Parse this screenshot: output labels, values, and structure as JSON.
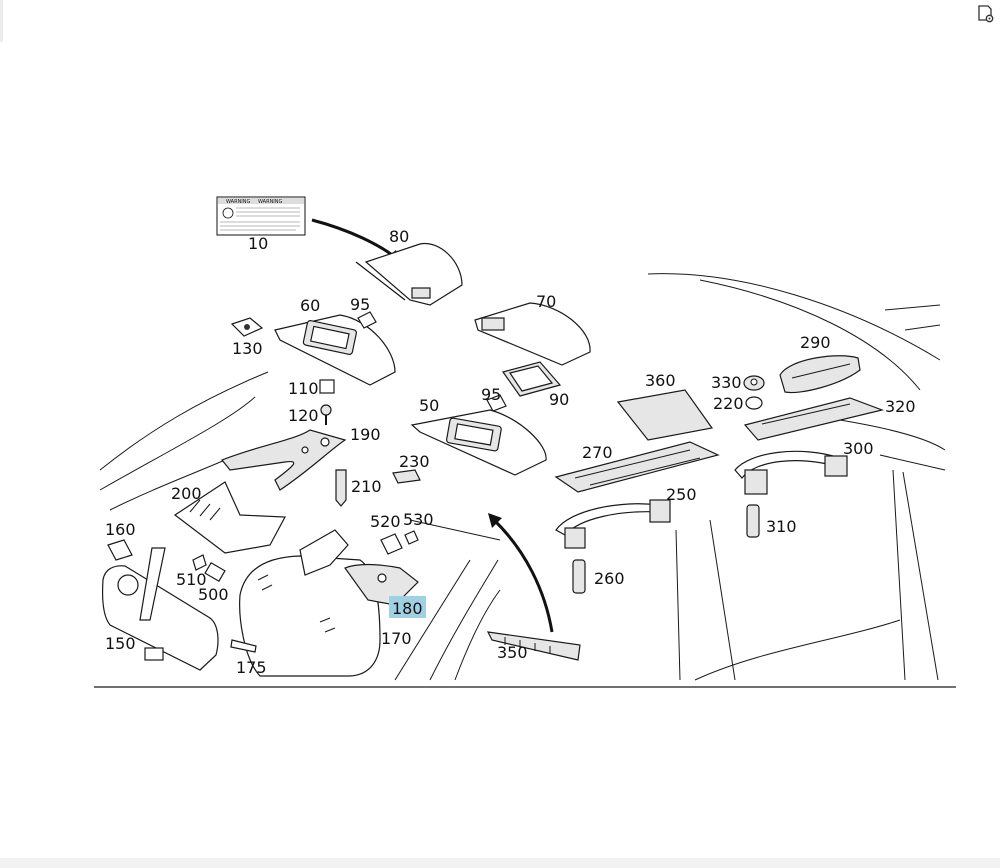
{
  "toolbar": {
    "corner_icon": "document-settings-icon"
  },
  "diagram": {
    "highlight_color": "#9fd1e3",
    "highlighted": "180",
    "warning_label": {
      "header_left": "WARNING",
      "header_right": "WARNING"
    },
    "callouts": {
      "c10": "10",
      "c80": "80",
      "c60": "60",
      "c95a": "95",
      "c70": "70",
      "c130": "130",
      "c90": "90",
      "c110": "110",
      "c120": "120",
      "c50": "50",
      "c95b": "95",
      "c360": "360",
      "c330": "330",
      "c290": "290",
      "c220": "220",
      "c320": "320",
      "c190": "190",
      "c230": "230",
      "c270": "270",
      "c300": "300",
      "c210": "210",
      "c200": "200",
      "c250": "250",
      "c520": "520",
      "c530": "530",
      "c310": "310",
      "c160": "160",
      "c510": "510",
      "c500": "500",
      "c260": "260",
      "c180": "180",
      "c150": "150",
      "c170": "170",
      "c175": "175",
      "c350": "350"
    }
  }
}
